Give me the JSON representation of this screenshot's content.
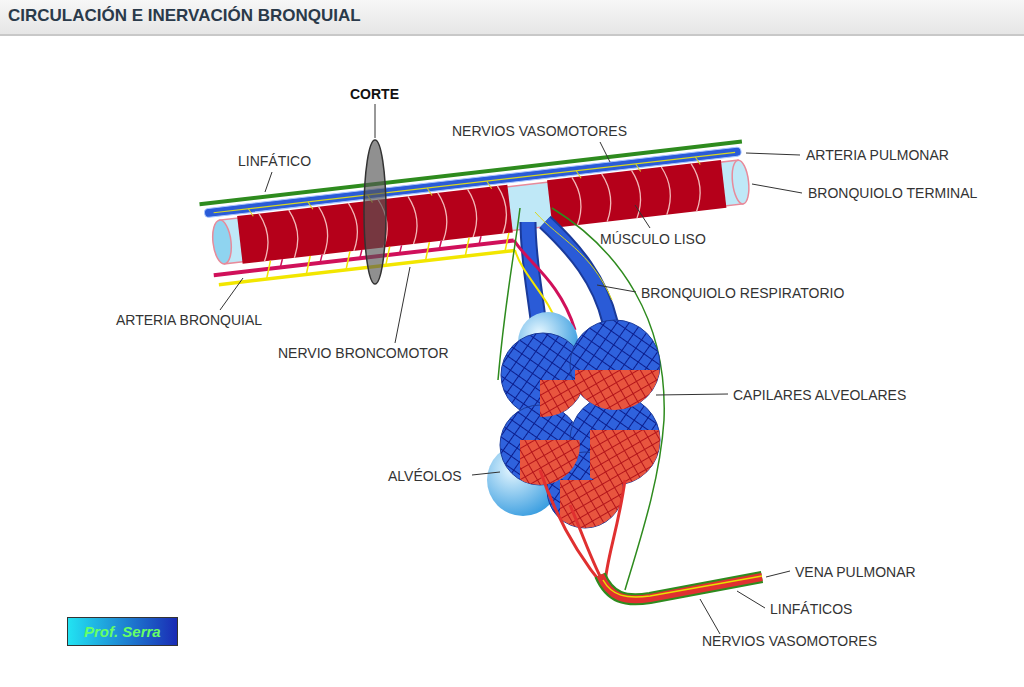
{
  "diagram": {
    "title": "CIRCULACIÓN E INERVACIÓN BRONQUIAL",
    "nodes": [
      {
        "text": [
          "Prof. Serra"
        ]
      }
    ],
    "labels": [
      "CORTE",
      "LINFÁTICO",
      "NERVIOS VASOMOTORES",
      "ARTERIA PULMONAR",
      "BRONQUIOLO TERMINAL",
      "MÚSCULO LISO",
      "ARTERIA BRONQUIAL",
      "NERVIO BRONCOMOTOR",
      "BRONQUIOLO RESPIRATORIO",
      "CAPILARES ALVEOLARES",
      "ALVÉOLOS",
      "VENA PULMONAR",
      "LINFÁTICOS",
      "NERVIOS VASOMOTORES"
    ]
  }
}
